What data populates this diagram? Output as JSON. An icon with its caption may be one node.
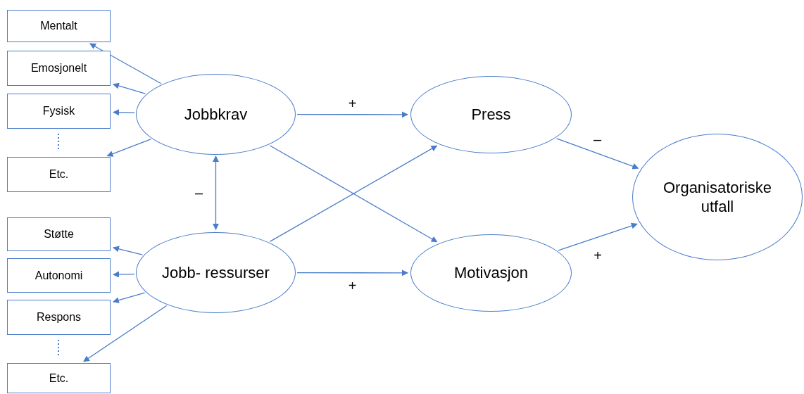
{
  "diagram": {
    "nodes": [
      {
        "text": [
          "Mentalt"
        ]
      },
      {
        "text": [
          "Emosjonelt"
        ]
      },
      {
        "text": [
          "Fysisk"
        ]
      },
      {
        "text": [
          "Etc."
        ]
      },
      {
        "text": [
          "Jobbkrav"
        ]
      },
      {
        "text": [
          "Støtte"
        ]
      },
      {
        "text": [
          "Autonomi"
        ]
      },
      {
        "text": [
          "Respons"
        ]
      },
      {
        "text": [
          "Etc."
        ]
      },
      {
        "text": [
          "Jobb- ressurser"
        ]
      },
      {
        "text": [
          "Press"
        ]
      },
      {
        "text": [
          "Motivasjon"
        ]
      },
      {
        "text": [
          "Organisatoriske utfall"
        ]
      }
    ],
    "edges": [
      {
        "from": 4,
        "to": 0,
        "arrow": "to"
      },
      {
        "from": 4,
        "to": 1,
        "arrow": "to"
      },
      {
        "from": 4,
        "to": 2,
        "arrow": "to"
      },
      {
        "from": 4,
        "to": 3,
        "arrow": "to"
      },
      {
        "from": 9,
        "to": 5,
        "arrow": "to"
      },
      {
        "from": 9,
        "to": 6,
        "arrow": "to"
      },
      {
        "from": 9,
        "to": 7,
        "arrow": "to"
      },
      {
        "from": 9,
        "to": 8,
        "arrow": "to"
      },
      {
        "from": 4,
        "to": 9,
        "arrow": "both",
        "label": "–"
      },
      {
        "from": 4,
        "to": 10,
        "arrow": "to",
        "label": "+"
      },
      {
        "from": 4,
        "to": 11,
        "arrow": "to"
      },
      {
        "from": 9,
        "to": 10,
        "arrow": "to"
      },
      {
        "from": 9,
        "to": 11,
        "arrow": "to",
        "label": "+"
      },
      {
        "from": 10,
        "to": 12,
        "arrow": "to",
        "label": "–"
      },
      {
        "from": 11,
        "to": 12,
        "arrow": "to",
        "label": "+"
      }
    ]
  }
}
